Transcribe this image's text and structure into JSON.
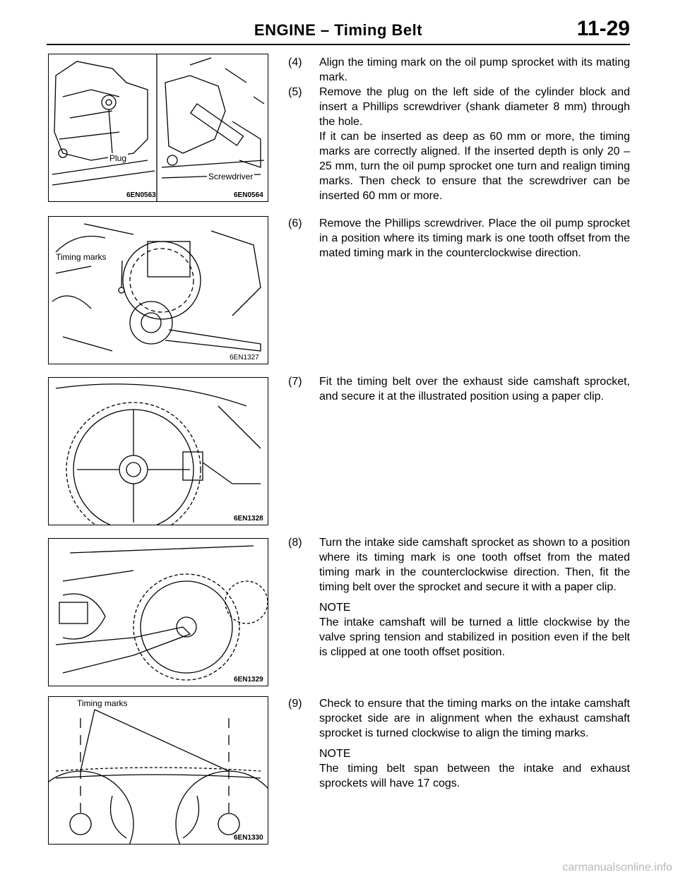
{
  "header": {
    "title": "ENGINE  –  Timing Belt",
    "page_number": "11-29"
  },
  "figures": [
    {
      "codes": [
        "6EN0563",
        "6EN0564"
      ],
      "labels": [
        "Plug",
        "Screwdriver"
      ]
    },
    {
      "codes": [
        "6EN1327"
      ],
      "labels": [
        "Timing marks"
      ]
    },
    {
      "codes": [
        "6EN1328"
      ],
      "labels": []
    },
    {
      "codes": [
        "6EN1329"
      ],
      "labels": []
    },
    {
      "codes": [
        "6EN1330"
      ],
      "labels": [
        "Timing marks"
      ]
    }
  ],
  "steps": [
    {
      "num": "(4)",
      "text": "Align the timing mark on the oil pump sprocket with its mating mark."
    },
    {
      "num": "(5)",
      "text": "Remove the plug on the left side of the cylinder block and insert a Phillips screwdriver (shank diameter 8 mm) through the hole.",
      "text2": "If it can be inserted as deep as 60 mm or more,  the timing marks are correctly aligned. If the inserted depth is only 20 – 25 mm, turn the oil pump sprocket one turn and realign timing marks. Then check to ensure that the screwdriver can be inserted 60 mm or more."
    },
    {
      "num": "(6)",
      "text": "Remove the Phillips screwdriver. Place the oil pump sprocket in a position where its timing mark is one tooth offset from the mated timing mark in the counterclockwise direction."
    },
    {
      "num": "(7)",
      "text": "Fit the timing belt over the exhaust side camshaft sprocket, and secure it at the illustrated position using a paper clip."
    },
    {
      "num": "(8)",
      "text": "Turn the intake side camshaft sprocket as shown to a position where its timing mark is one tooth offset from the mated timing mark in the counterclockwise direction. Then, fit the timing belt over the sprocket and secure it with a paper clip.",
      "note_title": "NOTE",
      "note_text": "The intake camshaft will be turned a little clockwise by the valve spring tension and stabilized in position even if the belt is clipped at one tooth offset position."
    },
    {
      "num": "(9)",
      "text": "Check to ensure that the timing marks on the intake camshaft sprocket side are in alignment when the exhaust camshaft sprocket is turned clockwise to align the timing marks.",
      "note_title": "NOTE",
      "note_text": "The timing belt span between the intake and exhaust sprockets will have 17 cogs."
    }
  ],
  "footer": {
    "watermark": "carmanualsonline.info"
  }
}
